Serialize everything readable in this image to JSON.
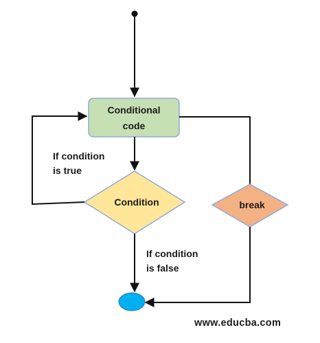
{
  "nodes": {
    "conditional_code": {
      "line1": "Conditional",
      "line2": "code",
      "fill": "#c6e0b4",
      "stroke": "#8eaadb"
    },
    "condition": {
      "label": "Condition",
      "fill": "#ffe699",
      "stroke": "#8eaadb"
    },
    "break": {
      "label": "break",
      "fill": "#f4b183",
      "stroke": "#8eaadb"
    },
    "end": {
      "fill": "#00b0f0"
    }
  },
  "edges": {
    "true_label_line1": "If condition",
    "true_label_line2": "is true",
    "false_label_line1": "If condition",
    "false_label_line2": "is false"
  },
  "watermark": "www.educba.com",
  "colors": {
    "line": "#111111"
  }
}
